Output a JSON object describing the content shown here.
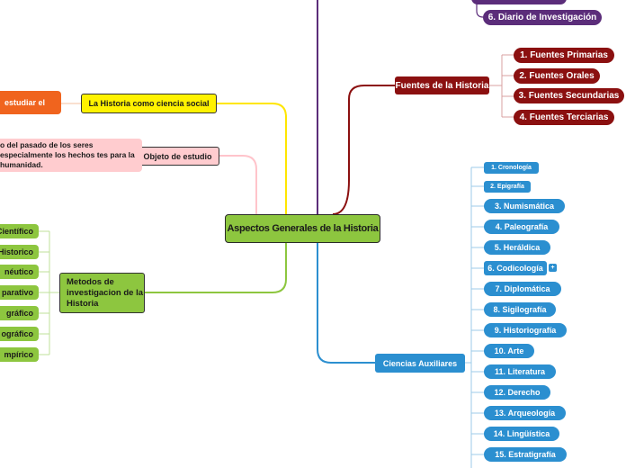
{
  "central": "Aspectos Generales de la Historia",
  "branches": {
    "fuentes": {
      "label": "Fuentes de la Historia",
      "children": [
        "1. Fuentes Primarias",
        "2. Fuentes Orales",
        "3. Fuentes Secundarias",
        "4. Fuentes Terciarias"
      ]
    },
    "diario": "6. Diario de Investigación",
    "ciencias": {
      "label": "Ciencias Auxiliares",
      "children": [
        "1. Cronología",
        "2. Epigrafía",
        "3. Numismática",
        "4. Paleografía",
        "5. Heráldica",
        "6. Codicología",
        "7. Diplomática",
        "8. Sigilografía",
        "9. Historiografía",
        "10. Arte",
        "11. Literatura",
        "12. Derecho",
        "13. Arqueología",
        "14. Lingüística",
        "15. Estratigrafía"
      ],
      "badge": "+"
    },
    "historia_ciencia": {
      "label": "La Historia como ciencia social",
      "note": "estudiar el"
    },
    "objeto": {
      "label": "Objeto de estudio",
      "note": "o del pasado de los seres especialmente los hechos tes para la humanidad."
    },
    "metodos": {
      "label": "Metodos de investigacion de la Historia",
      "children": [
        "Científico",
        "Historico",
        "néutico",
        "parativo",
        "gráfico",
        "ográfico",
        "mpírico"
      ]
    }
  },
  "colors": {
    "central": "#8dc63f",
    "fuentes": "#8b1010",
    "diario": "#5b2d7a",
    "ciencias": "#2b8fd0",
    "historia_ciencia": "#fff200",
    "objeto": "#ffcccf",
    "metodos": "#8dc63f",
    "note_orange": "#f0641e"
  }
}
